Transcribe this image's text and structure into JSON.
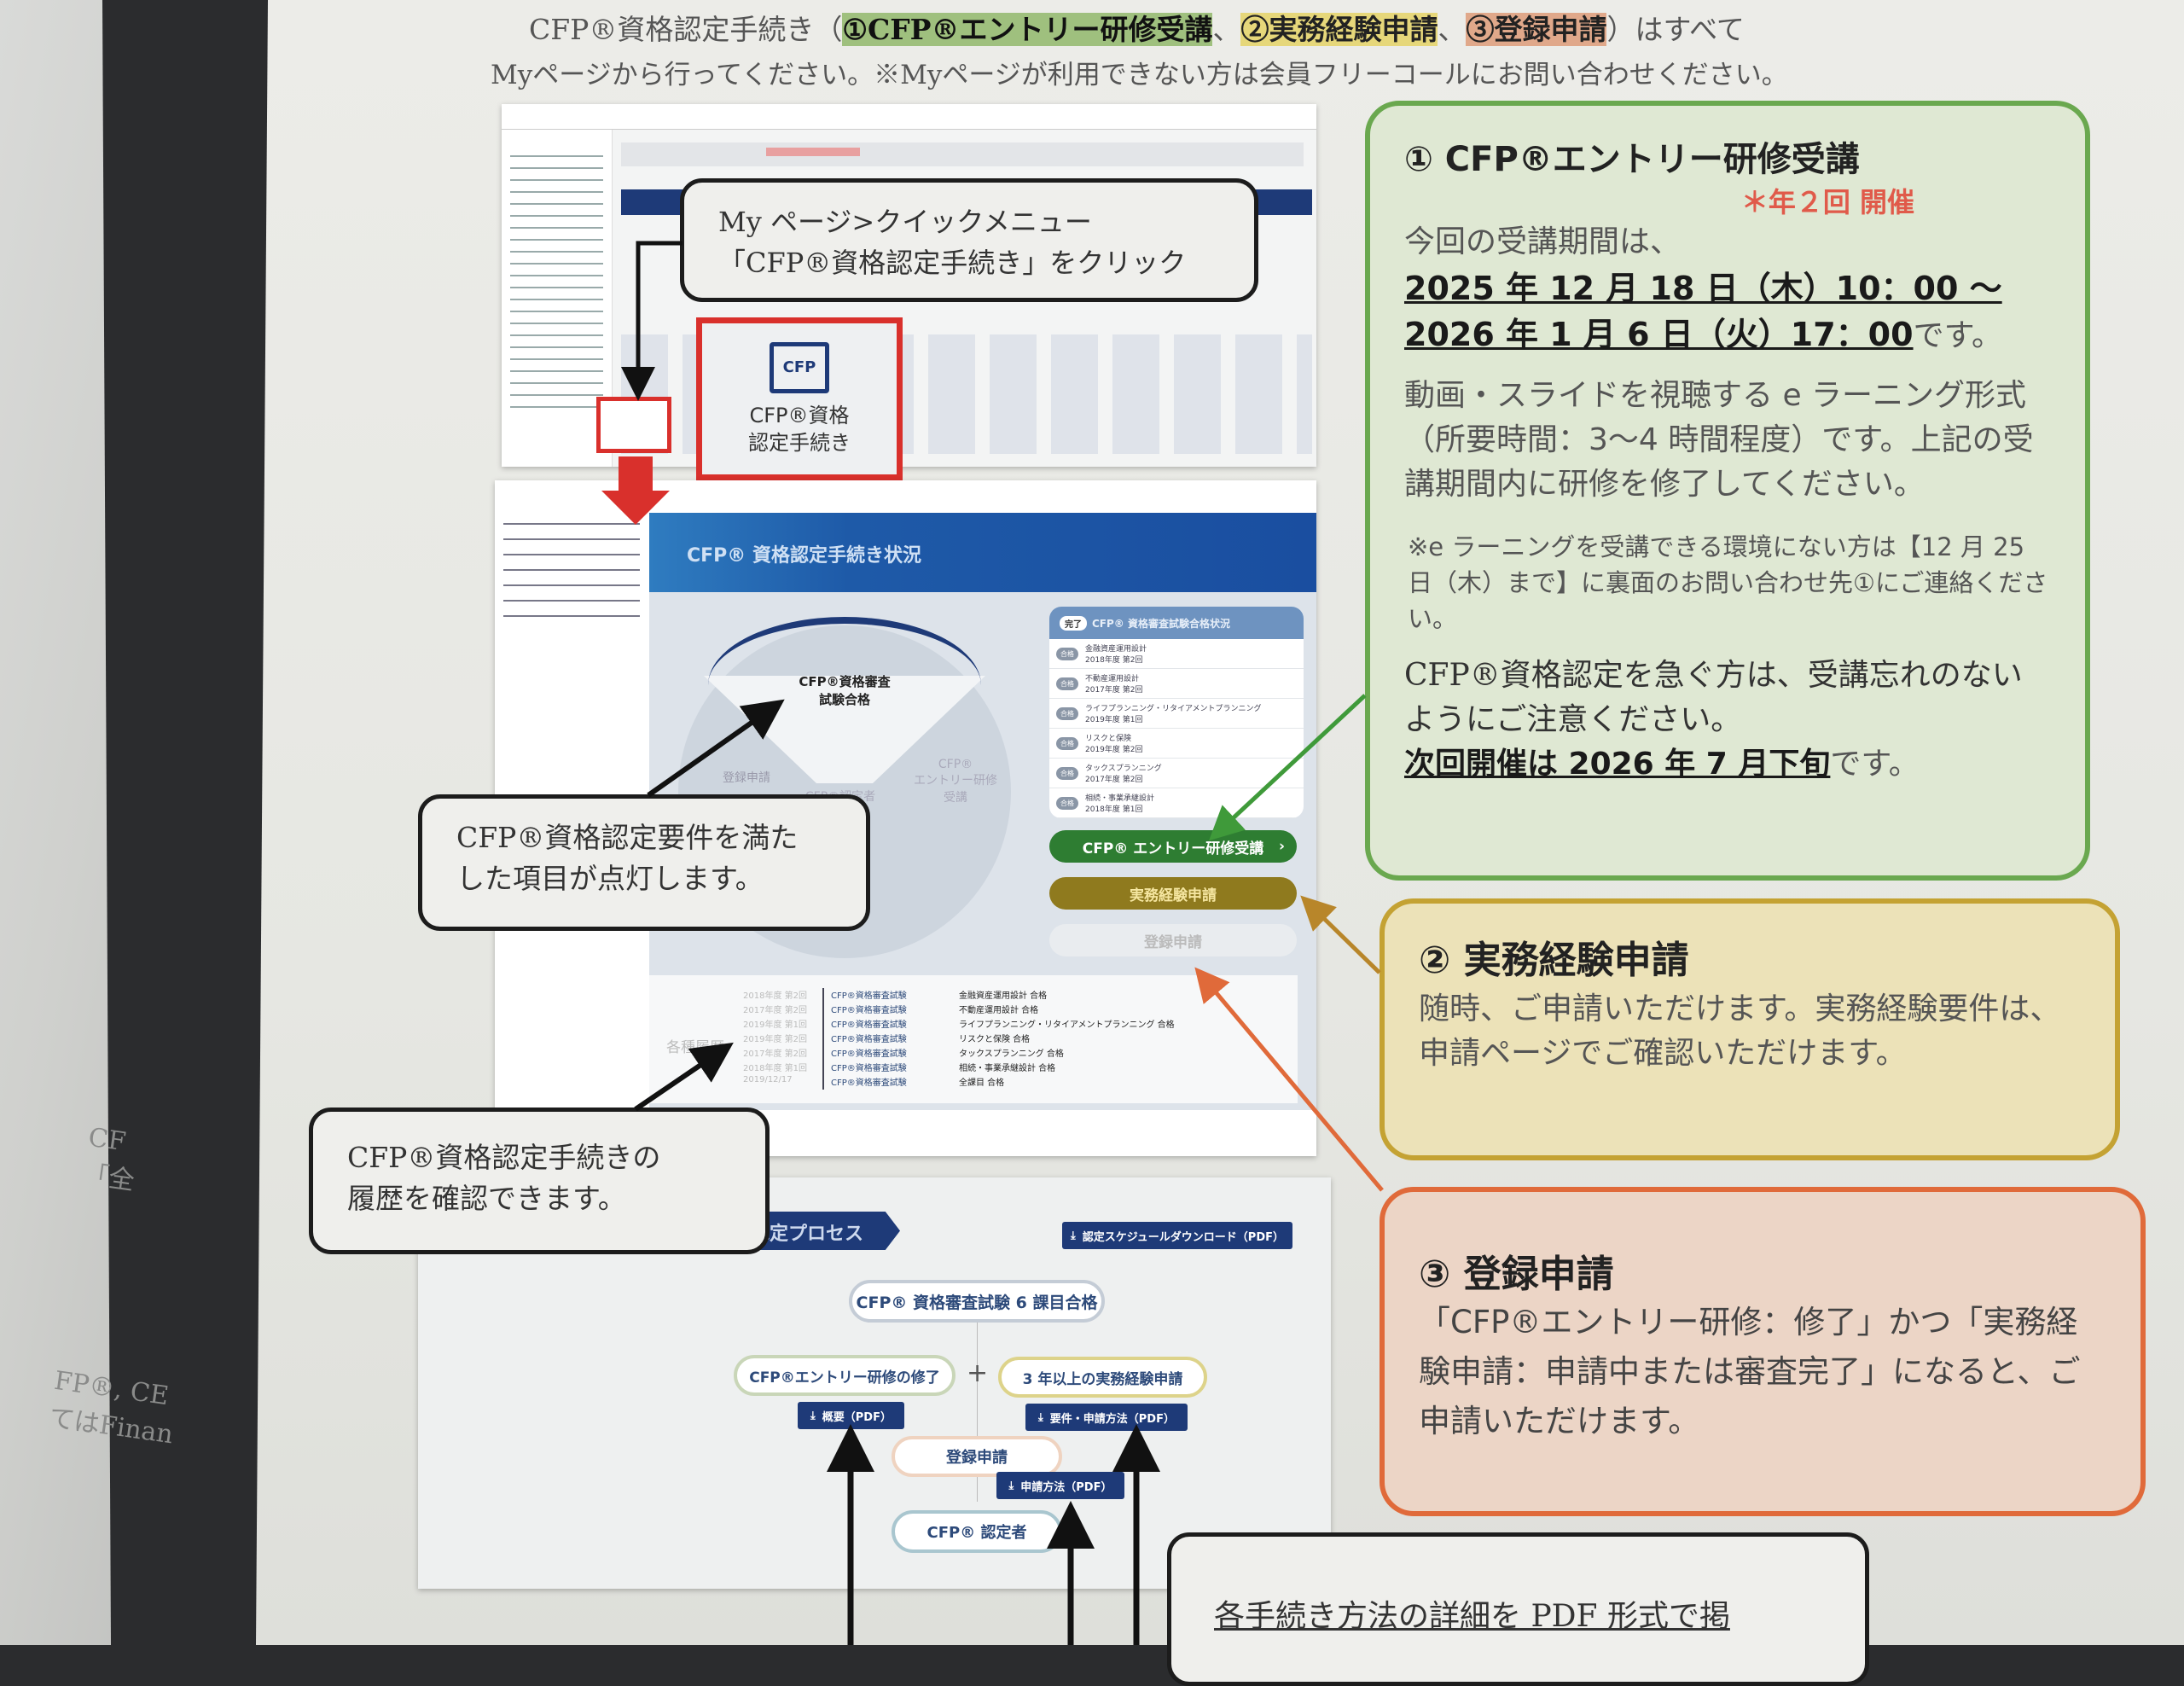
{
  "background_page": {
    "text": [
      "CF",
      "「全",
      "FP®, CE",
      "てはFinan"
    ]
  },
  "header": {
    "line1_prefix": "CFP®資格認定手続き（",
    "step1": "①CFP®エントリー研修受講",
    "sep1": "、",
    "step2": "②実務経験申請",
    "sep2": "、",
    "step3": "③登録申請",
    "line1_suffix": "）はすべて",
    "line2": "Myページから行ってください。※Myページが利用できない方は会員フリーコールにお問い合わせください。"
  },
  "mypage_shot": {
    "quick_menu_label": "CFP®資格\n認定手続き",
    "quick_menu_title": "CFP®資格認定手続き",
    "icon_text": "CFP"
  },
  "callouts": {
    "mypage": [
      "My ページ>クイックメニュー",
      "「CFP®資格認定手続き」をクリック"
    ],
    "lights": [
      "CFP®資格認定要件を満た",
      "した項目が点灯します。"
    ],
    "history": [
      "CFP®資格認定手続きの",
      "履歴を確認できます。"
    ],
    "pdf": "各手続き方法の詳細を PDF 形式で掲"
  },
  "status_shot": {
    "title": "CFP® 資格認定手続き状況",
    "wheel": {
      "active": "CFP®資格審査\n試験合格",
      "entry": "CFP®\nエントリー研修\n受講",
      "center": "CFP®認定者",
      "left": "登録申請"
    },
    "exam_panel": {
      "badge": "完了",
      "title": "CFP® 資格審査試験合格状況",
      "items": [
        {
          "tag": "合格",
          "name": "金融資産運用設計",
          "term": "2018年度 第2回"
        },
        {
          "tag": "合格",
          "name": "不動産運用設計",
          "term": "2017年度 第2回"
        },
        {
          "tag": "合格",
          "name": "ライフプランニング・リタイアメントプランニング",
          "term": "2019年度 第1回"
        },
        {
          "tag": "合格",
          "name": "リスクと保険",
          "term": "2019年度 第2回"
        },
        {
          "tag": "合格",
          "name": "タックスプランニング",
          "term": "2017年度 第2回"
        },
        {
          "tag": "合格",
          "name": "相続・事業承継設計",
          "term": "2018年度 第1回"
        }
      ]
    },
    "buttons": {
      "entry": "CFP® エントリー研修受講",
      "experience": "実務経験申請",
      "register": "登録申請"
    },
    "history": {
      "label": "各種履歴",
      "rows": [
        {
          "date": "2018年度 第2回",
          "type": "CFP®資格審査試験",
          "result": "金融資産運用設計 合格"
        },
        {
          "date": "2017年度 第2回",
          "type": "CFP®資格審査試験",
          "result": "不動産運用設計 合格"
        },
        {
          "date": "2019年度 第1回",
          "type": "CFP®資格審査試験",
          "result": "ライフプランニング・リタイアメントプランニング 合格"
        },
        {
          "date": "2019年度 第2回",
          "type": "CFP®資格審査試験",
          "result": "リスクと保険 合格"
        },
        {
          "date": "2017年度 第2回",
          "type": "CFP®資格審査試験",
          "result": "タックスプランニング 合格"
        },
        {
          "date": "2018年度 第1回",
          "type": "CFP®資格審査試験",
          "result": "相続・事業承継設計 合格"
        },
        {
          "date": "2019/12/17",
          "type": "CFP®資格審査試験",
          "result": "全課目 合格"
        }
      ]
    }
  },
  "process_shot": {
    "title": "認定プロセス",
    "schedule_btn": "認定スケジュールダウンロード（PDF）",
    "node_exam": "CFP® 資格審査試験 6 課目合格",
    "node_entry": "CFP®エントリー研修の修了",
    "plus": "+",
    "node_exp": "3 年以上の実務経験申請",
    "node_reg": "登録申請",
    "node_cfp": "CFP® 認定者",
    "dl_entry": "概要（PDF）",
    "dl_exp": "要件・申請方法（PDF）",
    "dl_reg": "申請方法（PDF）"
  },
  "box1": {
    "title": "① CFP®エントリー研修受講",
    "note": "＊年２回 開催",
    "p1": "今回の受講期間は、",
    "period1": "2025 年 12 月 18 日（木）10：00 ～",
    "period2": "2026 年 1 月 6 日（火）17：00",
    "period_suffix": "です。",
    "p2": "動画・スライドを視聴する e ラーニング形式（所要時間：3～4 時間程度）です。上記の受講期間内に研修を修了してください。",
    "p3": "※e ラーニングを受講できる環境にない方は【12 月 25 日（木）まで】に裏面のお問い合わせ先①にご連絡ください。",
    "p4": "CFP®資格認定を急ぐ方は、受講忘れのないようにご注意ください。",
    "next": "次回開催は 2026 年 7 月下旬",
    "next_suffix": "です。"
  },
  "box2": {
    "title": "② 実務経験申請",
    "text": "随時、ご申請いただけます。実務経験要件は、申請ページでご確認いただけます。"
  },
  "box3": {
    "title": "③ 登録申請",
    "text": "「CFP®エントリー研修：修了」かつ「実務経験申請：申請中または審査完了」になると、ご申請いただけます。"
  },
  "colors": {
    "green": "#6aa84f",
    "yellow": "#c4a233",
    "orange": "#e06a3a",
    "navy": "#1e3a78",
    "red": "#d9302c"
  }
}
